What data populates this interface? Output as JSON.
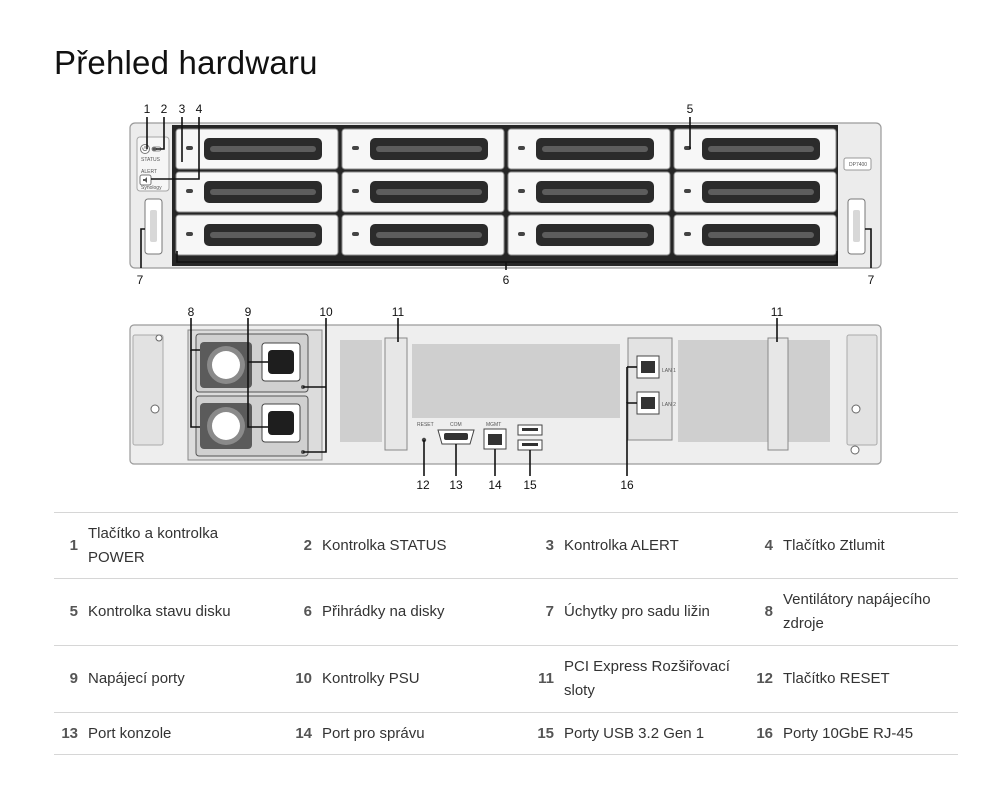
{
  "title": "Přehled hardwaru",
  "front_panel": {
    "model_label": "DP7400",
    "brand_label": "Synology",
    "status_text": "STATUS",
    "alert_text": "ALERT"
  },
  "rear_panel": {
    "reset_text": "RESET",
    "com_text": "COM",
    "mgmt_text": "MGMT",
    "lan1_text": "LAN 1",
    "lan2_text": "LAN 2"
  },
  "callouts": [
    "1",
    "2",
    "3",
    "4",
    "5",
    "6",
    "7",
    "7",
    "8",
    "9",
    "10",
    "11",
    "11",
    "12",
    "13",
    "14",
    "15",
    "16"
  ],
  "legend": [
    [
      {
        "num": "1",
        "text": "Tlačítko a kontrolka POWER"
      },
      {
        "num": "2",
        "text": "Kontrolka STATUS"
      },
      {
        "num": "3",
        "text": "Kontrolka ALERT"
      },
      {
        "num": "4",
        "text": "Tlačítko Ztlumit"
      }
    ],
    [
      {
        "num": "5",
        "text": "Kontrolka stavu disku"
      },
      {
        "num": "6",
        "text": "Přihrádky na disky"
      },
      {
        "num": "7",
        "text": "Úchytky pro sadu ližin"
      },
      {
        "num": "8",
        "text": "Ventilátory napájecího zdroje"
      }
    ],
    [
      {
        "num": "9",
        "text": "Napájecí porty"
      },
      {
        "num": "10",
        "text": "Kontrolky PSU"
      },
      {
        "num": "11",
        "text": "PCI Express Rozšiřovací sloty"
      },
      {
        "num": "12",
        "text": "Tlačítko RESET"
      }
    ],
    [
      {
        "num": "13",
        "text": "Port konzole"
      },
      {
        "num": "14",
        "text": "Port pro správu"
      },
      {
        "num": "15",
        "text": "Porty USB 3.2 Gen 1"
      },
      {
        "num": "16",
        "text": "Porty 10GbE RJ-45"
      }
    ]
  ]
}
